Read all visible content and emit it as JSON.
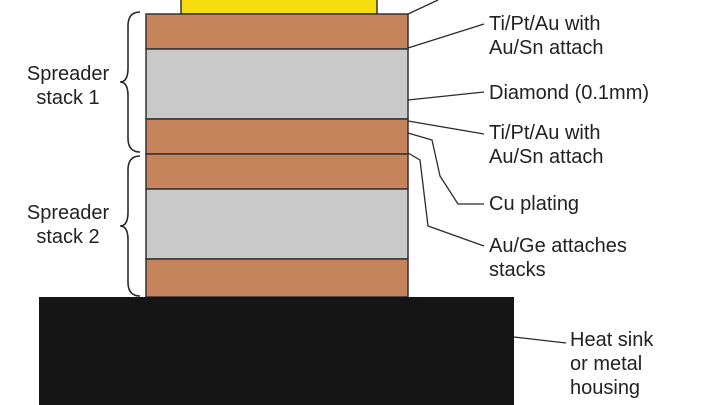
{
  "colors": {
    "chip": "#f6dd10",
    "metal": "#c6845c",
    "diamond": "#c9c9c9",
    "heatsink": "#151515",
    "line": "#2b2b2b",
    "text": "#222222"
  },
  "groups": {
    "stack1": {
      "line1": "Spreader",
      "line2": "stack 1"
    },
    "stack2": {
      "line1": "Spreader",
      "line2": "stack 2"
    }
  },
  "callouts": {
    "attach_top": {
      "line1": "Ti/Pt/Au with",
      "line2": "Au/Sn attach"
    },
    "diamond": {
      "line1": "Diamond (0.1mm)"
    },
    "attach_mid": {
      "line1": "Ti/Pt/Au with",
      "line2": "Au/Sn attach"
    },
    "cu_plating": {
      "line1": "Cu plating"
    },
    "auge": {
      "line1": "Au/Ge attaches",
      "line2": "stacks"
    },
    "heatsink": {
      "line1": "Heat sink",
      "line2": "or metal",
      "line3": "housing"
    }
  }
}
